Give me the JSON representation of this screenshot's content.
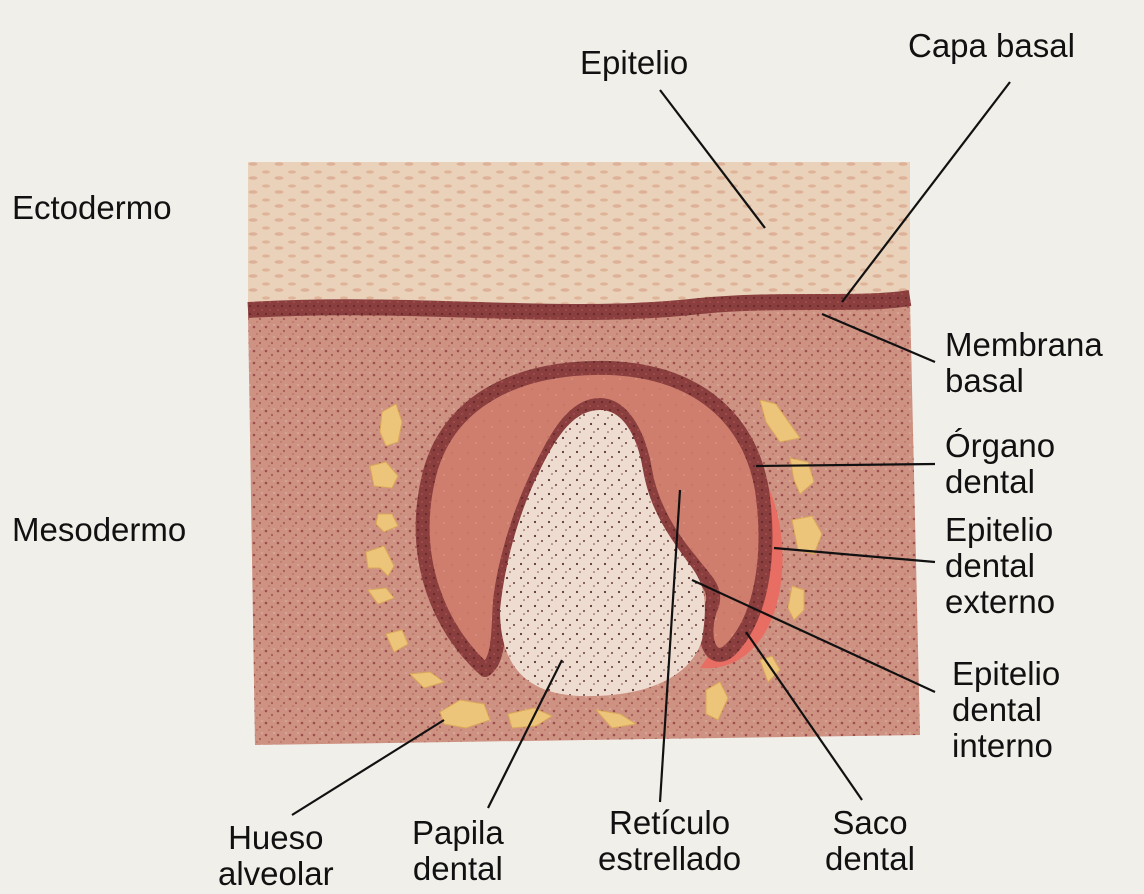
{
  "labels": {
    "epitelio": "Epitelio",
    "capa_basal": "Capa basal",
    "ectodermo": "Ectodermo",
    "membrana_basal": [
      "Membrana",
      "basal"
    ],
    "organo_dental": [
      "Órgano",
      "dental"
    ],
    "mesodermo": "Mesodermo",
    "epitelio_dental_externo": [
      "Epitelio",
      "dental",
      "externo"
    ],
    "epitelio_dental_interno": [
      "Epitelio",
      "dental",
      "interno"
    ],
    "hueso_alveolar": [
      "Hueso",
      "alveolar"
    ],
    "papila_dental": [
      "Papila",
      "dental"
    ],
    "reticulo_estrellado": [
      "Retículo",
      "estrellado"
    ],
    "saco_dental": [
      "Saco",
      "dental"
    ]
  },
  "colors": {
    "background": "#f1efe9",
    "epithelium": "#ead2ba",
    "basal_layer": "#8a3e3e",
    "mesenchyme": "#c98b7f",
    "enamel_organ": "#cf7e6e",
    "papilla": "#efdcd0",
    "dental_sac": "#e86d62",
    "bone": "#edc57a",
    "leader_line": "#111111"
  },
  "icons": [
    "bone-fragment"
  ]
}
